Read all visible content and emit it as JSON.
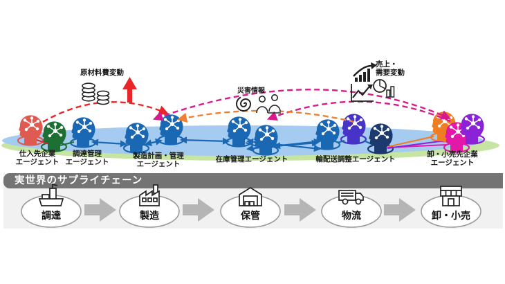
{
  "diagram": {
    "events": {
      "raw_material_cost": {
        "label": "原材料費変動",
        "icon": "coin-stack-icon"
      },
      "disaster_info": {
        "label": "災害情報",
        "icon": "typhoon-icon"
      },
      "sales_demand": {
        "label_line1": "売上・",
        "label_line2": "需要変動",
        "icon": "charts-icon"
      }
    },
    "agent_labels": [
      {
        "line1": "仕入先企業",
        "line2": "エージェント"
      },
      {
        "line1": "調達管理",
        "line2": "エージェント"
      },
      {
        "line1": "製造計画・管理",
        "line2": "エージェント"
      },
      {
        "line1": "在庫管理エージェント",
        "line2": ""
      },
      {
        "line1": "輸配送調整エージェント",
        "line2": ""
      },
      {
        "line1": "卸・小売先企業",
        "line2": "エージェント"
      }
    ],
    "node_colors": [
      "#df5b52",
      "#1d6f34",
      "#1a67b3",
      "#1a67b3",
      "#1a67b3",
      "#1a67b3",
      "#1a67b3",
      "#1a67b3",
      "#4733c8",
      "#1c3a6e",
      "#ee7d23",
      "#e318a8",
      "#8b22d6"
    ],
    "band_colors": {
      "blue": "#a5cbf0",
      "green": "#c6e5a3"
    },
    "arc_colors": {
      "red": "#e8262a",
      "magenta": "#d81b8c",
      "orange": "#ed8033",
      "chain_blue": "#1a67b3"
    },
    "real_world": {
      "header": "実世界のサプライチェーン",
      "stages": [
        {
          "label": "調達",
          "icon": "ship-icon"
        },
        {
          "label": "製造",
          "icon": "factory-icon"
        },
        {
          "label": "保管",
          "icon": "warehouse-icon"
        },
        {
          "label": "物流",
          "icon": "truck-icon"
        },
        {
          "label": "卸・小売",
          "icon": "store-icon"
        }
      ]
    }
  }
}
